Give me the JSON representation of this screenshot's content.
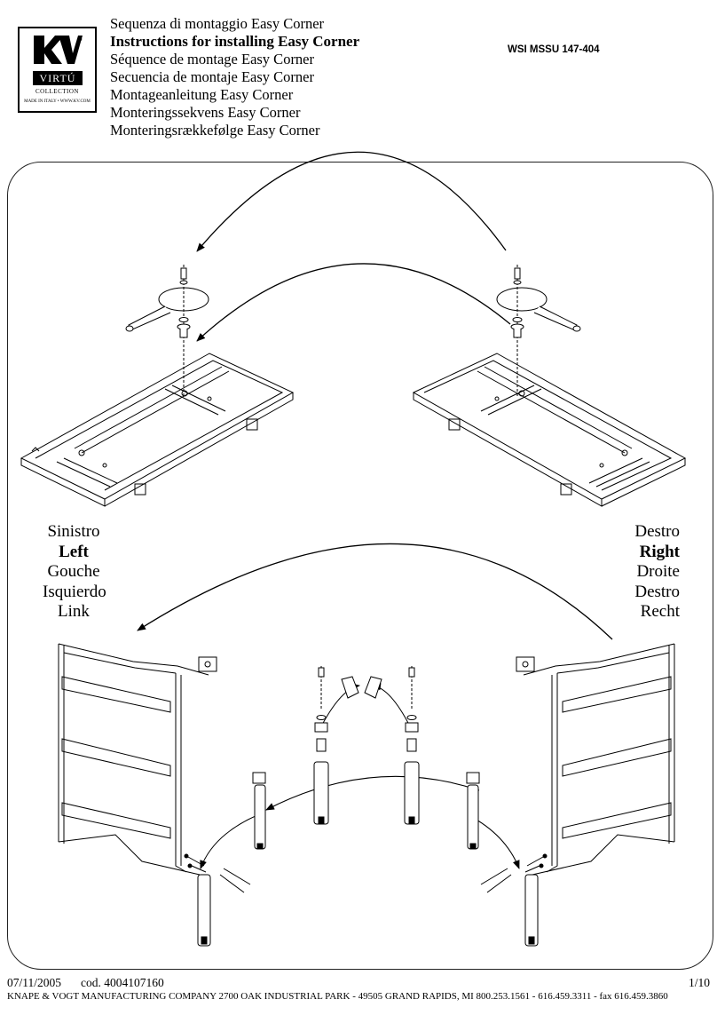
{
  "logo": {
    "brand": "VIRTÚ",
    "collection": "COLLECTION",
    "made_in": "MADE IN ITALY • WWW.KV.COM"
  },
  "titles": [
    "Sequenza di montaggio Easy Corner",
    "Instructions for installing Easy Corner",
    "Séquence de montage Easy Corner",
    "Secuencia de montaje Easy Corner",
    "Montageanleitung Easy Corner",
    "Monteringssekvens Easy Corner",
    "Monteringsrækkefølge Easy Corner"
  ],
  "document_code": "WSI MSSU 147-404",
  "left_label": [
    "Sinistro",
    "Left",
    "Gouche",
    "Isquierdo",
    "Link"
  ],
  "right_label": [
    "Destro",
    "Right",
    "Droite",
    "Destro",
    "Recht"
  ],
  "footer": {
    "date": "07/11/2005",
    "cod": "cod. 4004107160",
    "page": "1/10",
    "company": "KNAPE & VOGT MANUFACTURING COMPANY  2700 OAK INDUSTRIAL PARK - 49505 GRAND RAPIDS, MI  800.253.1561 - 616.459.3311 - fax  616.459.3860"
  }
}
